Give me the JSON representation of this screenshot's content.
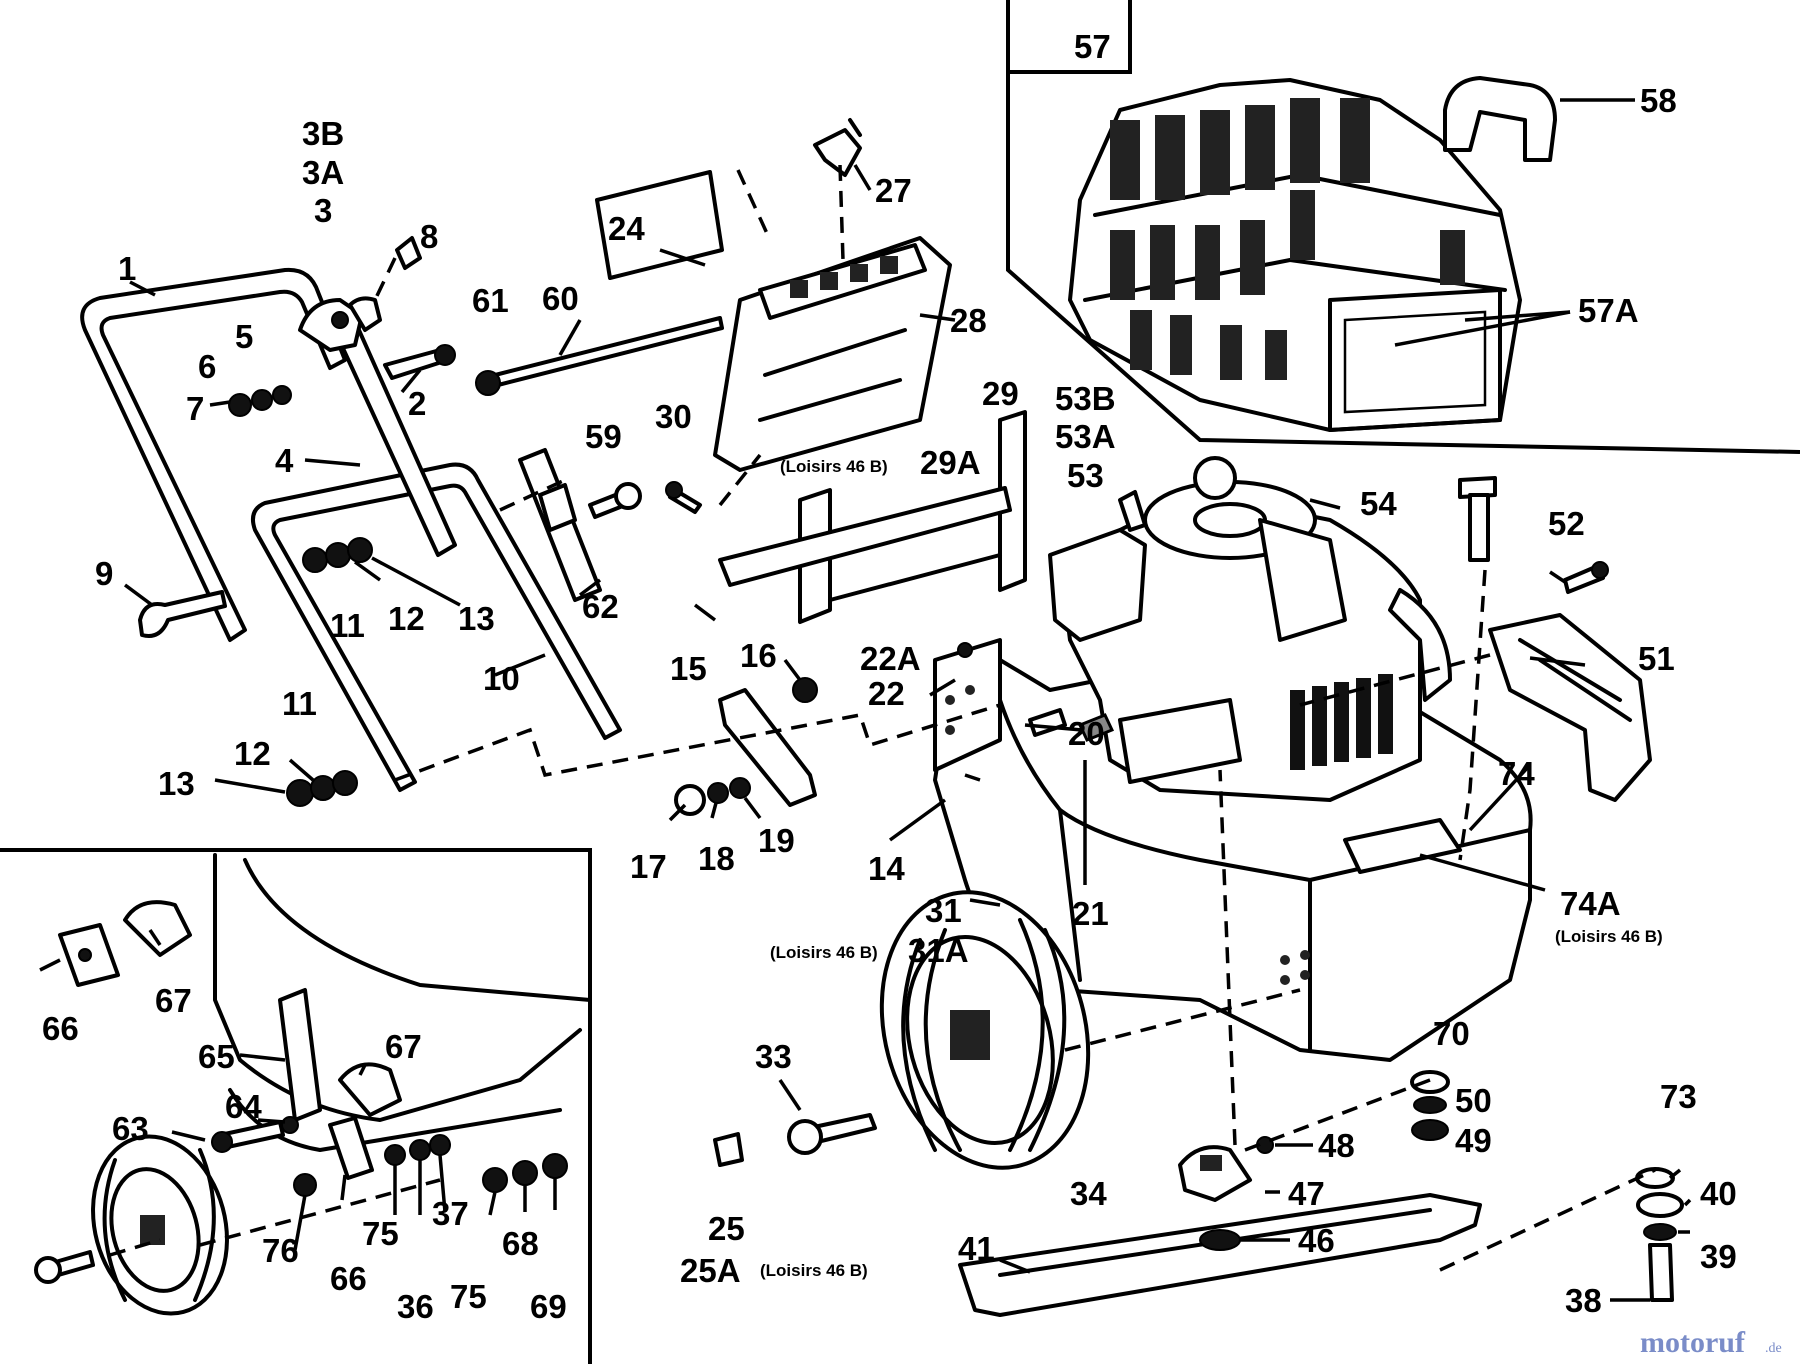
{
  "parts": {
    "p57": "57",
    "p58": "58",
    "p57A": "57A",
    "p3B": "3B",
    "p3A": "3A",
    "p3": "3",
    "p8": "8",
    "p1": "1",
    "p5": "5",
    "p6": "6",
    "p7": "7",
    "p2": "2",
    "p4": "4",
    "p61": "61",
    "p60": "60",
    "p24": "24",
    "p27": "27",
    "p28": "28",
    "p29": "29",
    "p29A": "29A",
    "p30": "30",
    "p59": "59",
    "p62": "62",
    "p9": "9",
    "p11a": "11",
    "p12a": "12",
    "p13a": "13",
    "p10": "10",
    "p11b": "11",
    "p12b": "12",
    "p13b": "13",
    "p15": "15",
    "p16": "16",
    "p17": "17",
    "p18": "18",
    "p19": "19",
    "p22A": "22A",
    "p22": "22",
    "p20": "20",
    "p14": "14",
    "p21": "21",
    "p31": "31",
    "p31A": "31A",
    "p53B": "53B",
    "p53A": "53A",
    "p53": "53",
    "p54": "54",
    "p52": "52",
    "p51": "51",
    "p74": "74",
    "p74A": "74A",
    "p33": "33",
    "p34": "34",
    "p25": "25",
    "p25A": "25A",
    "p70": "70",
    "p50": "50",
    "p49": "49",
    "p48": "48",
    "p47": "47",
    "p46": "46",
    "p41": "41",
    "p73": "73",
    "p40": "40",
    "p39": "39",
    "p38": "38",
    "p66a": "66",
    "p67a": "67",
    "p65": "65",
    "p67b": "67",
    "p64": "64",
    "p63": "63",
    "p76": "76",
    "p66b": "66",
    "p75a": "75",
    "p36": "36",
    "p37": "37",
    "p75b": "75",
    "p68": "68",
    "p69": "69"
  },
  "notes": {
    "loisirs_29A": "(Loisirs 46 B)",
    "loisirs_31A": "(Loisirs 46 B)",
    "loisirs_74A": "(Loisirs 46 B)",
    "loisirs_25A": "(Loisirs 46 B)"
  },
  "watermark": {
    "brand": "motoruf",
    "suffix": ".de"
  }
}
